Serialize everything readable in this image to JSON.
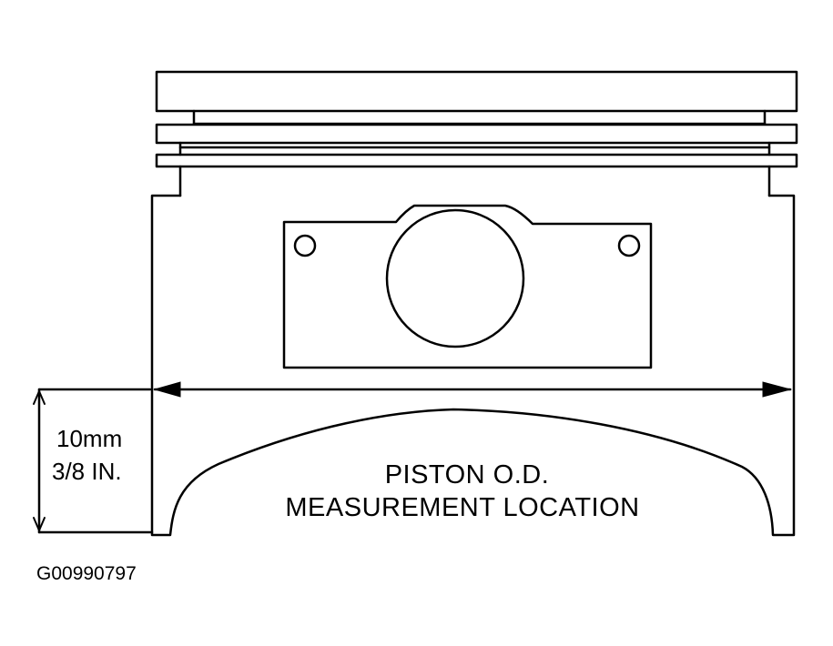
{
  "labels": {
    "dimension_metric": "10mm",
    "dimension_imperial": "3/8 IN.",
    "caption_line1": "PISTON O.D.",
    "caption_line2": "MEASUREMENT LOCATION",
    "figure_id": "G00990797"
  },
  "colors": {
    "line": "#000000",
    "background": "#ffffff"
  }
}
